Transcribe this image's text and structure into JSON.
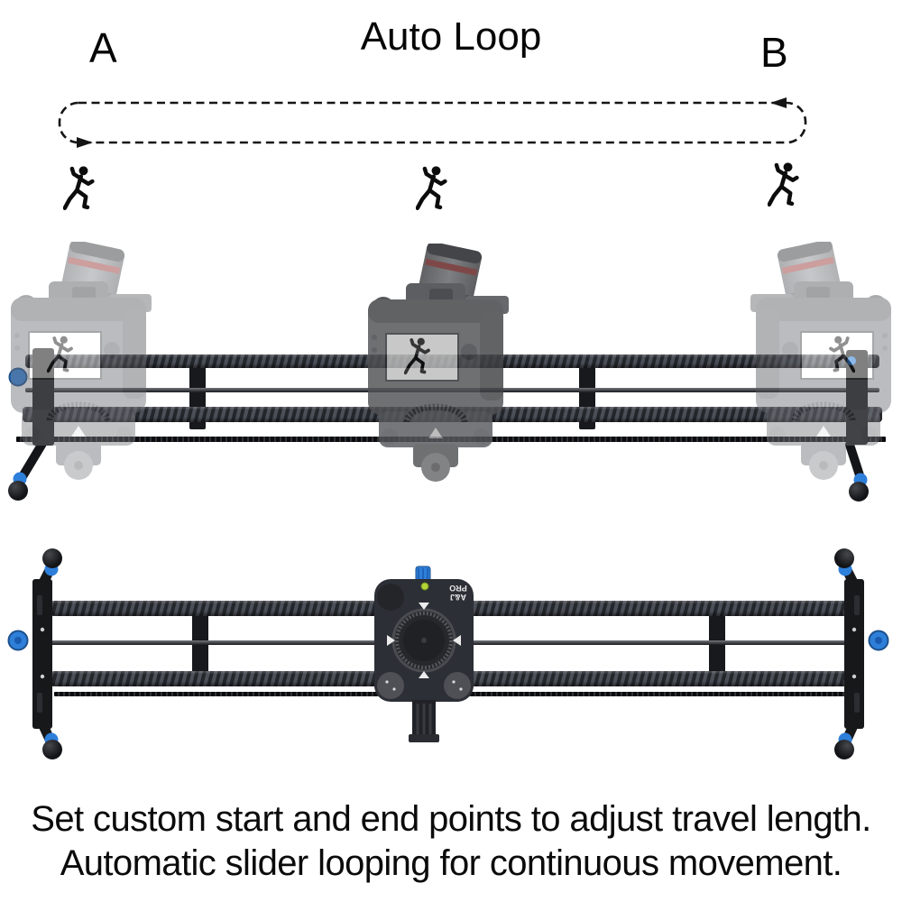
{
  "diagram": {
    "point_a_label": "A",
    "title": "Auto Loop",
    "point_b_label": "B",
    "loop_style": "dashed rounded loop, top arrow pointing left at right end, bottom arrow pointing right at left end",
    "runner_icons": [
      "runner-icon-left",
      "runner-icon-center",
      "runner-icon-right"
    ]
  },
  "product": {
    "carriage_logo": {
      "line1": "A&J",
      "line2": "PRO",
      "orientation": "rotated-180"
    },
    "camera_screen_icon": "runner-icon"
  },
  "caption": {
    "line1": "Set custom start and end points to adjust travel length.",
    "line2": "Automatic slider looping for continuous movement."
  },
  "colors": {
    "accent_blue": "#2e7fd9",
    "bubble_green": "#b2d437",
    "lens_ring_red": "#8f2b2b",
    "rail_dark": "#23262b",
    "text": "#0a0a0a"
  }
}
